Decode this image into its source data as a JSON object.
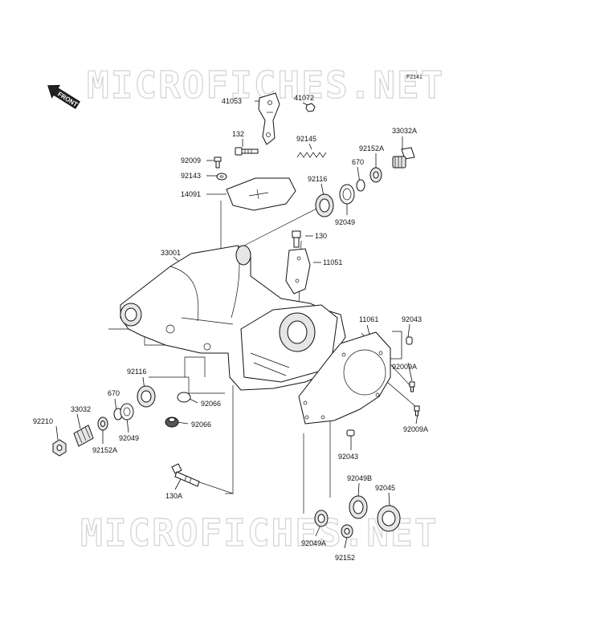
{
  "diagram_code": "F2141",
  "watermark_text": "MICROFICHES.NET",
  "front_label": "FRONT",
  "labels": [
    {
      "id": "41053",
      "text": "41053"
    },
    {
      "id": "41072",
      "text": "41072"
    },
    {
      "id": "132",
      "text": "132"
    },
    {
      "id": "92145",
      "text": "92145"
    },
    {
      "id": "33032A",
      "text": "33032A"
    },
    {
      "id": "92152A-top",
      "text": "92152A"
    },
    {
      "id": "670-top",
      "text": "670"
    },
    {
      "id": "92116-top",
      "text": "92116"
    },
    {
      "id": "92049-top",
      "text": "92049"
    },
    {
      "id": "92009",
      "text": "92009"
    },
    {
      "id": "92143",
      "text": "92143"
    },
    {
      "id": "14091",
      "text": "14091"
    },
    {
      "id": "130",
      "text": "130"
    },
    {
      "id": "11051",
      "text": "11051"
    },
    {
      "id": "33001",
      "text": "33001"
    },
    {
      "id": "11061",
      "text": "11061"
    },
    {
      "id": "92043-top",
      "text": "92043"
    },
    {
      "id": "92009A-top",
      "text": "92009A"
    },
    {
      "id": "92009A-bottom",
      "text": "92009A"
    },
    {
      "id": "92116-left",
      "text": "92116"
    },
    {
      "id": "670-left",
      "text": "670"
    },
    {
      "id": "33032",
      "text": "33032"
    },
    {
      "id": "92210",
      "text": "92210"
    },
    {
      "id": "92152A-left",
      "text": "92152A"
    },
    {
      "id": "92049-left",
      "text": "92049"
    },
    {
      "id": "92066-a",
      "text": "92066"
    },
    {
      "id": "92066-b",
      "text": "92066"
    },
    {
      "id": "92043-bottom",
      "text": "92043"
    },
    {
      "id": "130A",
      "text": "130A"
    },
    {
      "id": "92049B",
      "text": "92049B"
    },
    {
      "id": "92045",
      "text": "92045"
    },
    {
      "id": "92049A",
      "text": "92049A"
    },
    {
      "id": "92152",
      "text": "92152"
    }
  ]
}
